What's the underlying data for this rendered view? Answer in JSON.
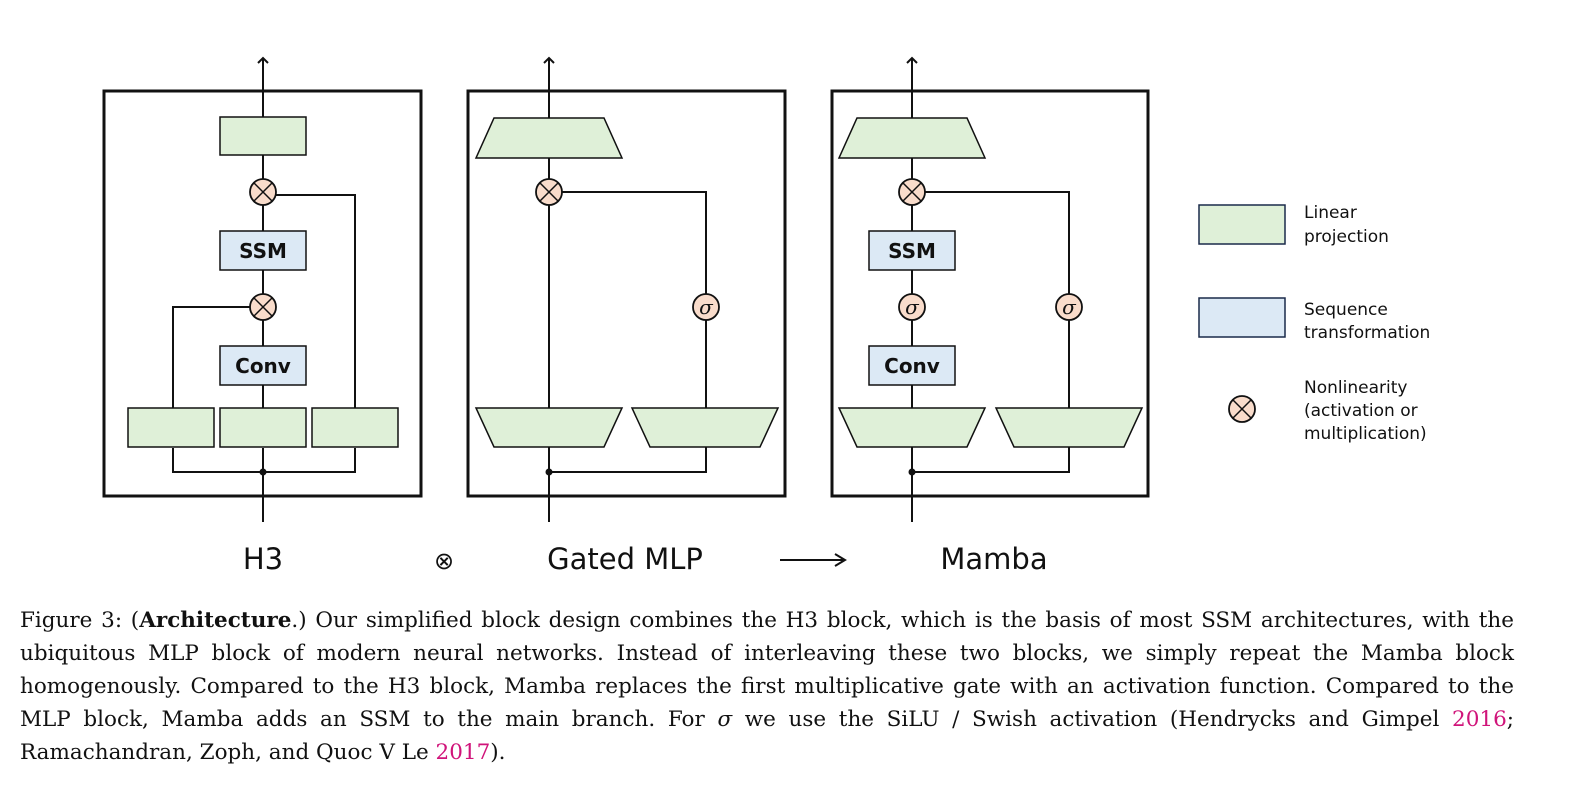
{
  "labels": {
    "h3": "H3",
    "gated_mlp": "Gated MLP",
    "mamba": "Mamba",
    "ssm": "SSM",
    "conv": "Conv",
    "sigma": "σ",
    "otimes_symbol": "⊗"
  },
  "legend": {
    "linear_line1": "Linear",
    "linear_line2": "projection",
    "sequence_line1": "Sequence",
    "sequence_line2": "transformation",
    "nonlin_line1": "Nonlinearity",
    "nonlin_line2": "(activation or",
    "nonlin_line3": "multiplication)"
  },
  "colors": {
    "linear_fill": "#dff0d8",
    "sequence_fill": "#dce9f5",
    "nonlin_fill": "#f9dccb",
    "stroke": "#111111",
    "citation": "#d0147a"
  },
  "caption": {
    "fig_label": "Figure 3: (",
    "bold_title": "Architecture",
    "after_title": ".) Our simplified block design combines the H3 block, which is the basis of most SSM architectures, with the ubiquitous MLP block of modern neural networks. Instead of interleaving these two blocks, we simply repeat the Mamba block homogenously. Compared to the H3 block, Mamba replaces the first multiplicative gate with an activation function. Compared to the MLP block, Mamba adds an SSM to the main branch. For ",
    "sigma": "σ",
    "after_sigma": " we use the SiLU / Swish activation (Hendrycks and Gimpel ",
    "cite1": "2016",
    "between_cites": "; Ramachandran, Zoph, and Quoc V Le ",
    "cite2": "2017",
    "end": ")."
  }
}
